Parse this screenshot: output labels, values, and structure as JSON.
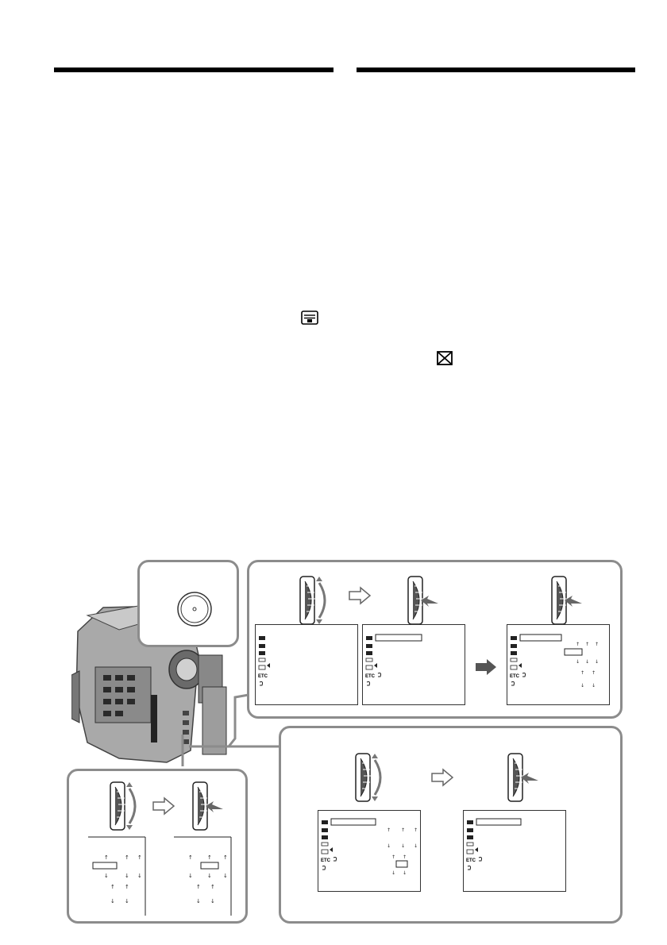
{
  "page": {
    "sections": [
      {
        "id": "left-column",
        "heading": ""
      },
      {
        "id": "right-column",
        "heading": ""
      }
    ]
  },
  "icons": {
    "menu_icon": "menu-icon",
    "delete_icon": "delete-box-icon",
    "arrow_outline": "outline-arrow-right-icon",
    "arrow_filled": "filled-arrow-right-icon",
    "dial": "control-dial-icon",
    "button": "round-button-icon",
    "camcorder": "camcorder-icon"
  },
  "menu_screens": {
    "sidebar_label": "ETC"
  },
  "colors": {
    "panel_border": "#8c8c8c",
    "arrow_filled": "#555555",
    "camera_body": "#9a9a9a"
  }
}
